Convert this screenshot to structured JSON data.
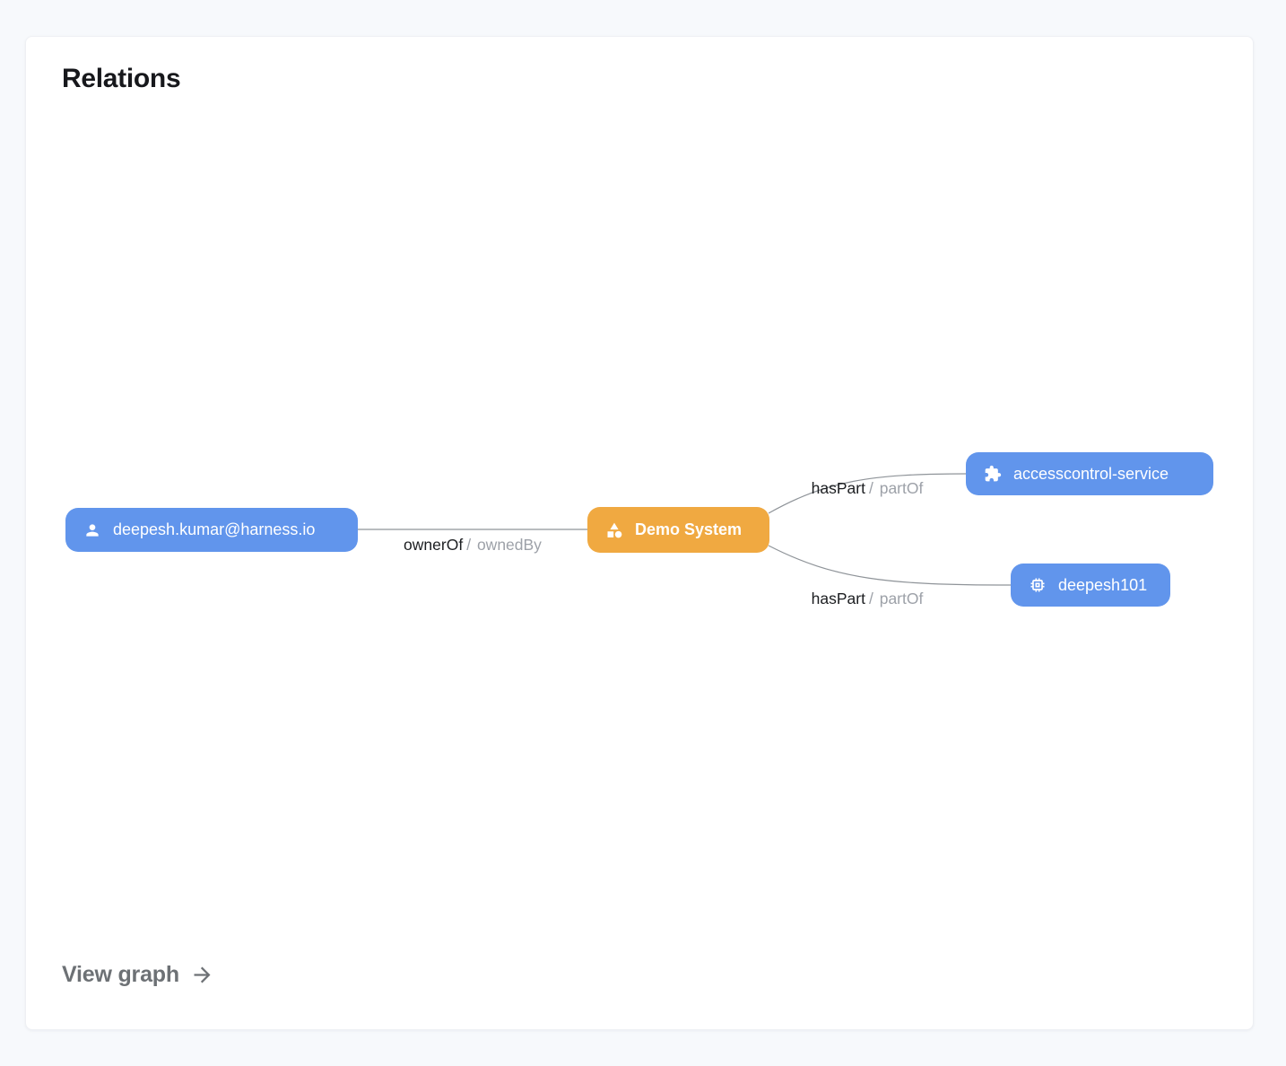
{
  "card": {
    "title": "Relations",
    "view_graph": {
      "label": "View graph",
      "icon": "arrow-right-icon"
    }
  },
  "graph": {
    "nodes": [
      {
        "id": "user",
        "label": "deepesh.kumar@harness.io",
        "icon": "person-icon",
        "color": "#6195ec"
      },
      {
        "id": "system",
        "label": "Demo System",
        "icon": "category-icon",
        "color": "#f0a941"
      },
      {
        "id": "service",
        "label": "accesscontrol-service",
        "icon": "puzzle-icon",
        "color": "#6195ec"
      },
      {
        "id": "api",
        "label": "deepesh101",
        "icon": "chip-icon",
        "color": "#6195ec"
      }
    ],
    "edges": [
      {
        "from": "user",
        "to": "system",
        "primary": "ownerOf",
        "separator": "/",
        "secondary": "ownedBy"
      },
      {
        "from": "system",
        "to": "service",
        "primary": "hasPart",
        "separator": "/",
        "secondary": "partOf"
      },
      {
        "from": "system",
        "to": "api",
        "primary": "hasPart",
        "separator": "/",
        "secondary": "partOf"
      }
    ]
  },
  "colors": {
    "page_background": "#f7f9fc",
    "card_background": "#ffffff",
    "node_blue": "#6195ec",
    "node_orange": "#f0a941",
    "edge_line": "#8f9499",
    "label_primary": "#1c1e21",
    "label_secondary": "#9da1a8",
    "view_graph_text": "#6d7175"
  }
}
